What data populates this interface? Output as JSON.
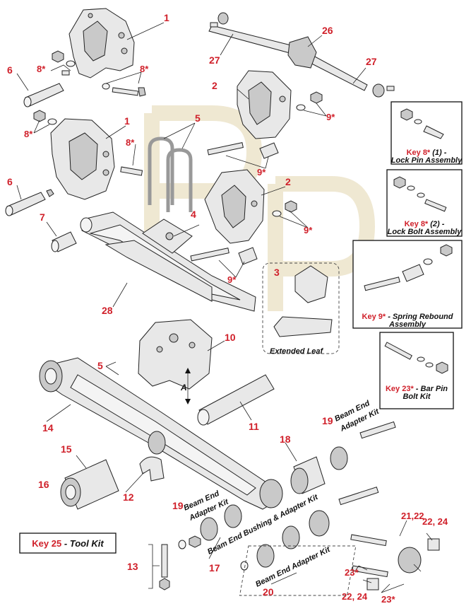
{
  "callouts": {
    "c1_top": "1",
    "c1_mid": "1",
    "c2_top": "2",
    "c2_mid": "2",
    "c3": "3",
    "c4": "4",
    "c5_top": "5",
    "c5_bot": "5",
    "c6_top": "6",
    "c6_mid": "6",
    "c7": "7",
    "c8_a": "8*",
    "c8_b": "8*",
    "c8_c": "8*",
    "c8_d": "8*",
    "c9_a": "9*",
    "c9_b": "9*",
    "c9_c": "9*",
    "c9_d": "9*",
    "c10": "10",
    "c11": "11",
    "c12": "12",
    "c13": "13",
    "c14": "14",
    "c15": "15",
    "c16": "16",
    "c17": "17",
    "c18": "18",
    "c19_a": "19",
    "c19_b": "19",
    "c20": "20",
    "c2122": "21,22",
    "c2224_a": "22, 24",
    "c2224_b": "22, 24",
    "c23_a": "23*",
    "c23_b": "23*",
    "c26": "26",
    "c27_a": "27",
    "c27_b": "27",
    "c28": "28",
    "dimA": "A"
  },
  "labels": {
    "extended_leaf": "Extended Leaf",
    "beam_end_adapter_kit_19a": [
      "Beam End",
      "Adapter Kit"
    ],
    "beam_end_adapter_kit_19b": [
      "Beam End",
      "Adapter Kit"
    ],
    "beam_end_bushing_adapter_kit": "Beam End Bushing & Adapter Kit",
    "beam_end_adapter_kit_20": "Beam End Adapter Kit"
  },
  "keys": {
    "k8a": {
      "key": "Key 8*",
      "qty": "(1)",
      "name": "Lock Pin Assembly"
    },
    "k8b": {
      "key": "Key 8*",
      "qty": "(2)",
      "name": "Lock Bolt Assembly"
    },
    "k9": {
      "key": "Key 9*",
      "name": "Spring Rebound",
      "name2": "Assembly"
    },
    "k23": {
      "key": "Key 23*",
      "name": "Bar Pin",
      "name2": "Bolt Kit"
    },
    "k25": {
      "key": "Key 25",
      "name": "Tool Kit"
    }
  },
  "colors": {
    "callout": "#d0202a",
    "outline": "#222222",
    "part_fill": "#e8e8e8",
    "watermark": "#efe8d2"
  }
}
